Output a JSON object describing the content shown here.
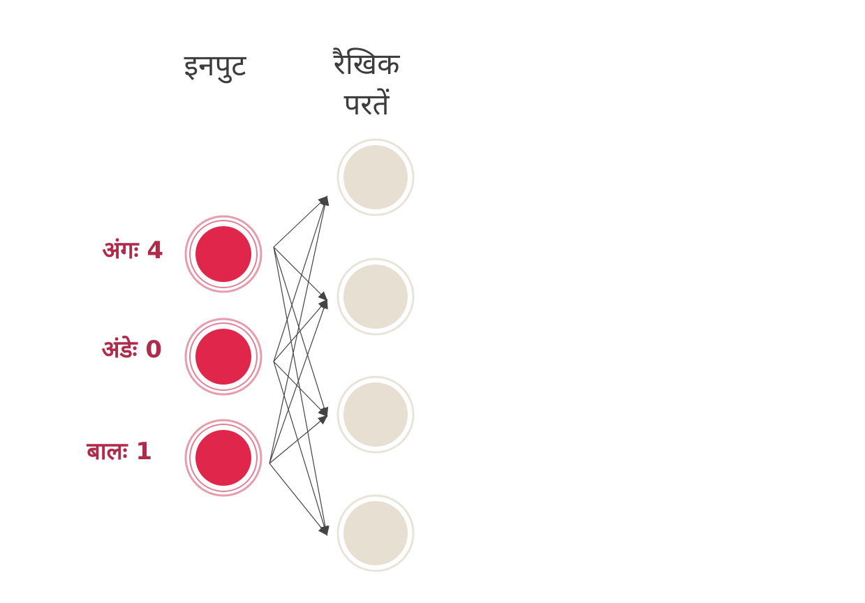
{
  "headers": {
    "input": "इनपुट",
    "linear_line1": "रैखिक",
    "linear_line2": "परतें"
  },
  "inputs": [
    {
      "label": "अंगः 4"
    },
    {
      "label": "अंडेः 0"
    },
    {
      "label": "बालः 1"
    }
  ],
  "linear_node_count": 4,
  "colors": {
    "input_node": "#e0264a",
    "input_ring": "#d44a68",
    "linear_node": "#e6dfd2",
    "linear_ring": "#d9d2c2",
    "edge": "#444444",
    "label": "#b02a4a",
    "header": "#3c3c3c"
  }
}
